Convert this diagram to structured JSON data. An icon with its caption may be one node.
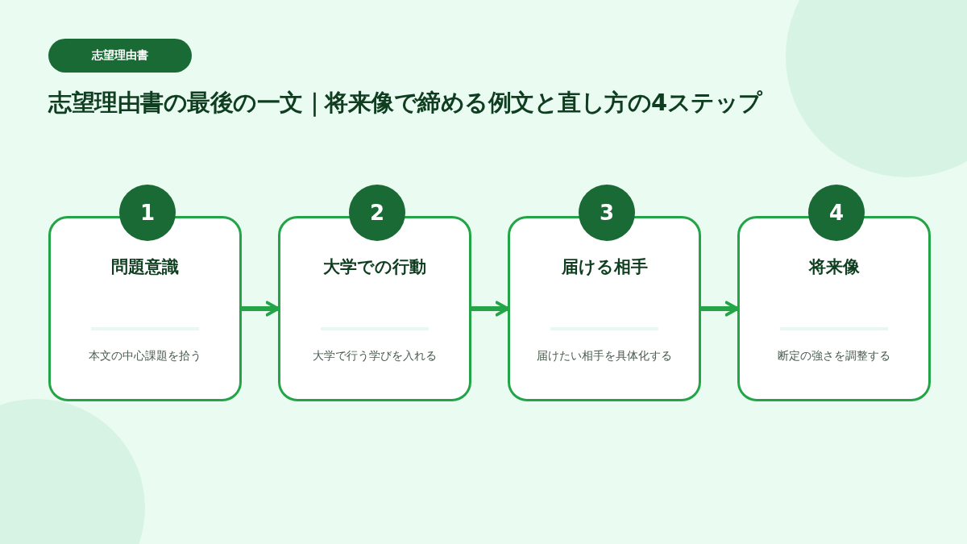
{
  "diagram": {
    "title": "志望理由書の最後の一文｜将来像で締める例文と直し方の4ステップ",
    "nodes": [
      {
        "text": [
          "1",
          "問題意識",
          "本文の中心課題を拾う"
        ]
      },
      {
        "text": [
          "2",
          "大学での行動",
          "大学で行う学びを入れる"
        ]
      },
      {
        "text": [
          "3",
          "届ける相手",
          "届けたい相手を具体化する"
        ]
      },
      {
        "text": [
          "4",
          "将来像",
          "断定の強さを調整する"
        ]
      }
    ],
    "edges": [
      {
        "from": 0,
        "to": 1,
        "arrow": "to"
      },
      {
        "from": 1,
        "to": 2,
        "arrow": "to"
      },
      {
        "from": 2,
        "to": 3,
        "arrow": "to"
      }
    ],
    "labels": [
      "志望理由書"
    ]
  }
}
